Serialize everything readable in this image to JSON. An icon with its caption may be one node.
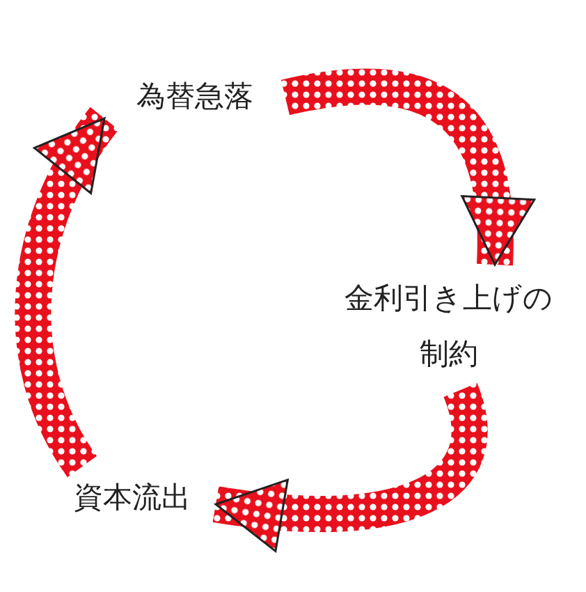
{
  "diagram": {
    "nodes": [
      {
        "text": [
          "為替急落"
        ]
      },
      {
        "text": [
          "金利引き上げの制約"
        ]
      },
      {
        "text": [
          "資本流出"
        ]
      }
    ],
    "edges": [
      {
        "from": 0,
        "to": 1,
        "arrow": "to"
      },
      {
        "from": 1,
        "to": 2,
        "arrow": "to"
      },
      {
        "from": 2,
        "to": 0,
        "arrow": "to"
      }
    ]
  }
}
